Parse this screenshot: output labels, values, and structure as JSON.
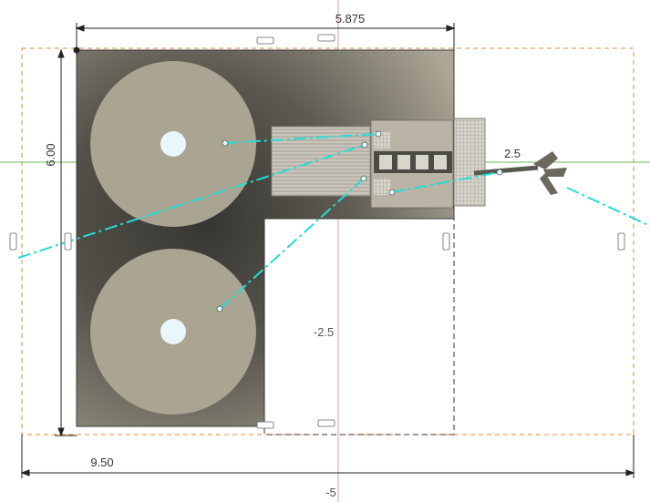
{
  "dimensions": {
    "top_width": "5.875",
    "left_height": "6.00",
    "bottom_width": "9.50",
    "right_small": "2.5",
    "axis_center": "-2.5",
    "axis_bottom": "-5"
  },
  "colors": {
    "background": "#ffffff",
    "boundary": "#e08a3a",
    "part_fill": "#7a7568",
    "disk_fill": "#aaa493",
    "hole_fill": "#e9f7fb",
    "connector": "#24dcd6",
    "x_axis": "#6bbd5a",
    "y_axis": "#d8a0a0",
    "dimension": "#222222"
  },
  "icons": [
    "constraint-marker-icon"
  ]
}
